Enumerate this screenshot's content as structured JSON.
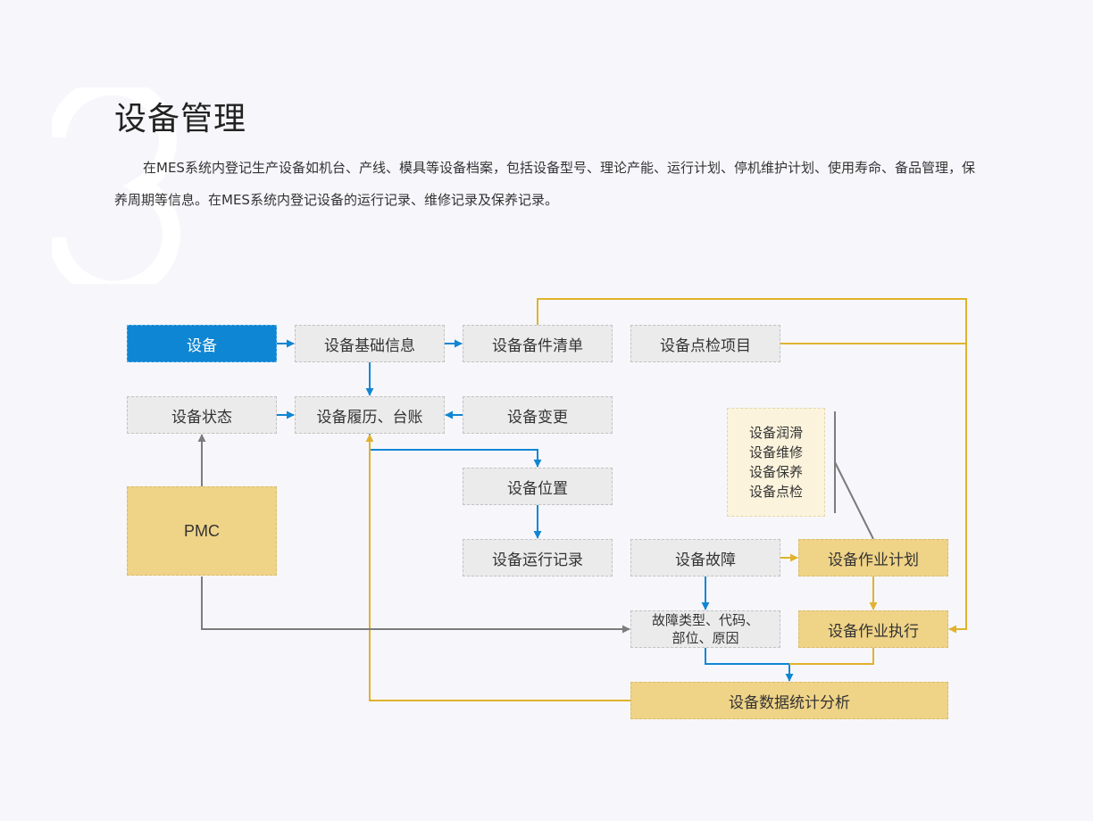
{
  "section": {
    "number": "3",
    "title": "设备管理",
    "description": "在MES系统内登记生产设备如机台、产线、模具等设备档案，包括设备型号、理论产能、运行计划、停机维护计划、使用寿命、备品管理，保养周期等信息。在MES系统内登记设备的运行记录、维修记录及保养记录。"
  },
  "colors": {
    "blue": "#0f86d3",
    "gold": "#e0b22e",
    "gray": "#7c7c7c",
    "node_gray": "#ebebeb",
    "node_gold": "#efd387"
  },
  "nodes": {
    "equipment": "设备",
    "basic_info": "设备基础信息",
    "spare_parts_list": "设备备件清单",
    "inspection_items": "设备点检项目",
    "status": "设备状态",
    "history_ledger": "设备履历、台账",
    "change": "设备变更",
    "location": "设备位置",
    "operation_record": "设备运行记录",
    "fault": "设备故障",
    "work_plan": "设备作业计划",
    "fault_type": "故障类型、代码、部位、原因",
    "work_execution": "设备作业执行",
    "data_analysis": "设备数据统计分析",
    "pmc": "PMC",
    "maintenance_list": [
      "设备润滑",
      "设备维修",
      "设备保养",
      "设备点检"
    ]
  }
}
